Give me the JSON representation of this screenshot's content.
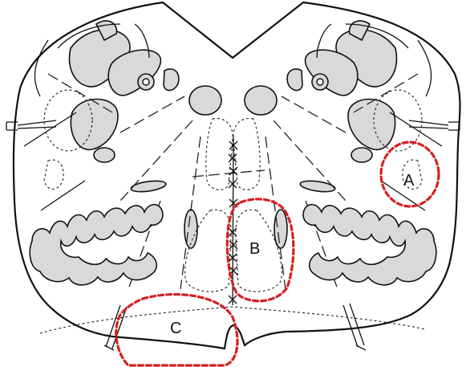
{
  "labels": {
    "a": "A",
    "b": "B",
    "c": "C"
  },
  "colors": {
    "highlight": "#d32222",
    "nucleus_fill": "#d9d9d9",
    "outline": "#111111"
  }
}
